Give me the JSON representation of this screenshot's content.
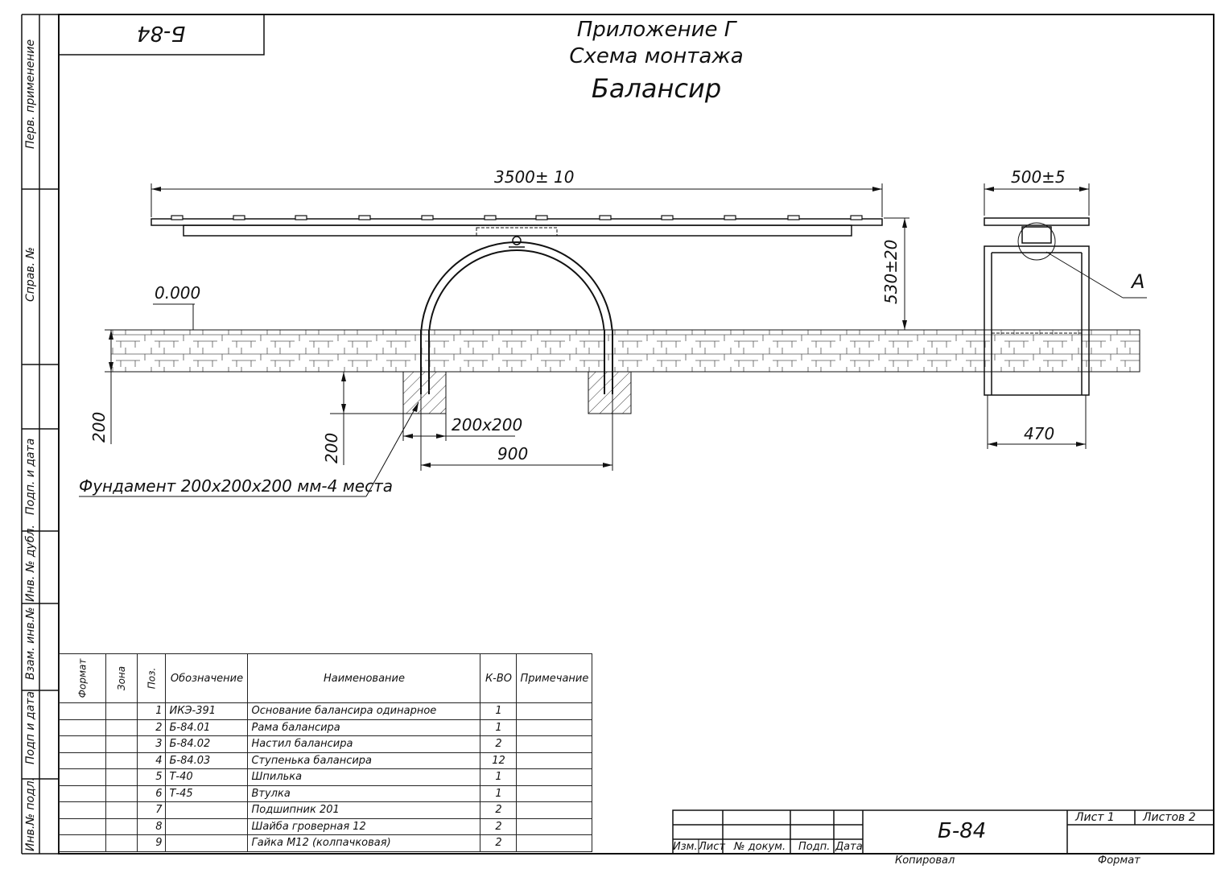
{
  "stamp": "Б-84",
  "title": {
    "line1": "Приложение Г",
    "line2": "Схема монтажа",
    "line3": "Балансир"
  },
  "side_labels": [
    "Перв. применение",
    "Справ. №",
    "Подп. и дата",
    "Инв. № дубл.",
    "Взам. инв.№",
    "Подп и дата",
    "Инв.№ подл."
  ],
  "dimensions": {
    "length": "3500± 10",
    "width": "500±5",
    "height": "530±20",
    "level": "0.000",
    "depth_left": "200",
    "depth_mid": "200",
    "foundation_size": "200x200",
    "span": "900",
    "leg_spacing": "470",
    "view_marker": "А"
  },
  "foundation_note": "Фундамент 200x200x200 мм-4 места",
  "spec_table": {
    "headers": [
      "Формат",
      "Зона",
      "Поз.",
      "Обозначение",
      "Наименование",
      "К-ВО",
      "Примечание"
    ],
    "rows": [
      {
        "pos": "1",
        "code": "ИКЭ-391",
        "name": "Основание балансира одинарное",
        "qty": "1"
      },
      {
        "pos": "2",
        "code": "Б-84.01",
        "name": "Рама балансира",
        "qty": "1"
      },
      {
        "pos": "3",
        "code": "Б-84.02",
        "name": "Настил балансира",
        "qty": "2"
      },
      {
        "pos": "4",
        "code": "Б-84.03",
        "name": "Ступенька балансира",
        "qty": "12"
      },
      {
        "pos": "5",
        "code": "Т-40",
        "name": "Шпилька",
        "qty": "1"
      },
      {
        "pos": "6",
        "code": "Т-45",
        "name": "Втулка",
        "qty": "1"
      },
      {
        "pos": "7",
        "code": "",
        "name": "Подшипник 201",
        "qty": "2"
      },
      {
        "pos": "8",
        "code": "",
        "name": "Шайба гроверная 12",
        "qty": "2"
      },
      {
        "pos": "9",
        "code": "",
        "name": "Гайка М12 (колпачковая)",
        "qty": "2"
      }
    ]
  },
  "title_block": {
    "izm": "Изм.",
    "list": "Лист",
    "doc": "№ докум.",
    "sign": "Подп.",
    "date": "Дата",
    "designation": "Б-84",
    "sheet": "Лист 1",
    "sheets": "Листов 2",
    "copied": "Копировал",
    "format": "Формат"
  }
}
